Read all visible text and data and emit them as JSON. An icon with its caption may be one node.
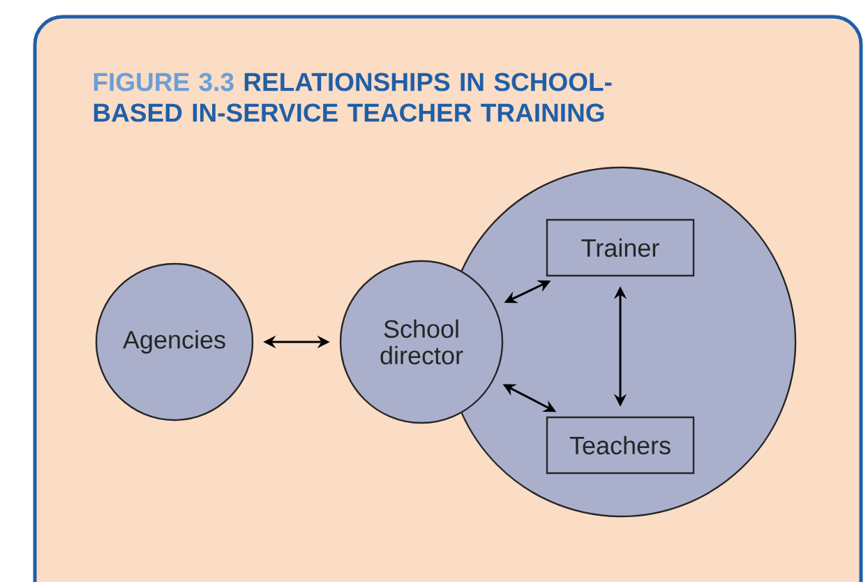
{
  "diagram": {
    "title": "RELATIONSHIPS IN SCHOOL-BASED IN-SERVICE TEACHER TRAINING",
    "labels": [
      "FIGURE 3.3"
    ],
    "nodes": [
      {
        "text": [
          "Agencies"
        ]
      },
      {
        "text": [
          "School director"
        ]
      },
      {
        "text": [],
        "shape": "circle"
      },
      {
        "text": [
          "Trainer"
        ],
        "in": 2
      },
      {
        "text": [
          "Teachers"
        ],
        "in": 2
      }
    ],
    "edges": [
      {
        "from": 0,
        "to": 1,
        "arrow": "both"
      },
      {
        "from": 1,
        "to": 3,
        "arrow": "both"
      },
      {
        "from": 3,
        "to": 4,
        "arrow": "both"
      },
      {
        "from": 1,
        "to": 4,
        "arrow": "both"
      }
    ]
  }
}
